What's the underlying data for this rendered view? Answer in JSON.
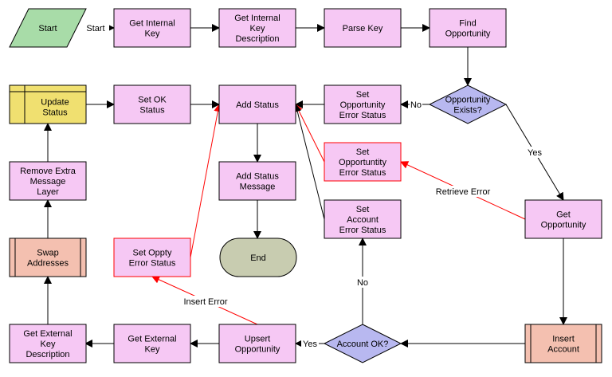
{
  "colors": {
    "task_fill": "#f6c8f4",
    "task_stroke": "#000000",
    "error_task_stroke": "#ff0000",
    "start_fill": "#a8dca8",
    "decision_fill": "#b8b8f0",
    "subprocess_fill": "#f4c0b0",
    "update_fill": "#f0e070",
    "end_fill": "#c8ccb0",
    "edge_normal": "#000000",
    "edge_error": "#ff0000"
  },
  "nodes": [
    {
      "id": "start",
      "type": "start",
      "label": [
        "Start"
      ]
    },
    {
      "id": "get_internal_key",
      "type": "task",
      "label": [
        "Get Internal",
        "Key"
      ]
    },
    {
      "id": "get_internal_key_desc",
      "type": "task",
      "label": [
        "Get Internal",
        "Key",
        "Description"
      ]
    },
    {
      "id": "parse_key",
      "type": "task",
      "label": [
        "Parse Key"
      ]
    },
    {
      "id": "find_opportunity",
      "type": "task",
      "label": [
        "Find",
        "Opportunity"
      ]
    },
    {
      "id": "opportunity_exists",
      "type": "decision",
      "label": [
        "Opportunity",
        "Exists?"
      ]
    },
    {
      "id": "set_opp_error_status",
      "type": "task",
      "label": [
        "Set",
        "Opportunity",
        "Error Status"
      ]
    },
    {
      "id": "add_status",
      "type": "task",
      "label": [
        "Add Status"
      ]
    },
    {
      "id": "set_ok_status",
      "type": "task",
      "label": [
        "Set OK",
        "Status"
      ]
    },
    {
      "id": "update_status",
      "type": "update",
      "label": [
        "Update",
        "Status"
      ]
    },
    {
      "id": "set_opportuntity_error_status",
      "type": "error_task",
      "label": [
        "Set",
        "Opportuntity",
        "Error Status"
      ]
    },
    {
      "id": "add_status_message",
      "type": "task",
      "label": [
        "Add Status",
        "Message"
      ]
    },
    {
      "id": "get_opportunity",
      "type": "task",
      "label": [
        "Get",
        "Opportunity"
      ]
    },
    {
      "id": "set_account_error_status",
      "type": "task",
      "label": [
        "Set",
        "Account",
        "Error Status"
      ]
    },
    {
      "id": "remove_extra_message_layer",
      "type": "task",
      "label": [
        "Remove Extra",
        "Message",
        "Layer"
      ]
    },
    {
      "id": "swap_addresses",
      "type": "subprocess",
      "label": [
        "Swap",
        "Addresses"
      ]
    },
    {
      "id": "set_oppty_error_status",
      "type": "error_task",
      "label": [
        "Set Oppty",
        "Error Status"
      ]
    },
    {
      "id": "end",
      "type": "end",
      "label": [
        "End"
      ]
    },
    {
      "id": "get_external_key_desc",
      "type": "task",
      "label": [
        "Get External",
        "Key",
        "Description"
      ]
    },
    {
      "id": "get_external_key",
      "type": "task",
      "label": [
        "Get External",
        "Key"
      ]
    },
    {
      "id": "upsert_opportunity",
      "type": "task",
      "label": [
        "Upsert",
        "Opportunity"
      ]
    },
    {
      "id": "account_ok",
      "type": "decision",
      "label": [
        "Account OK?"
      ]
    },
    {
      "id": "insert_account",
      "type": "subprocess",
      "label": [
        "Insert",
        "Account"
      ]
    }
  ],
  "edges": [
    {
      "from": "start",
      "to": "get_internal_key",
      "label": "Start",
      "kind": "normal"
    },
    {
      "from": "get_internal_key",
      "to": "get_internal_key_desc",
      "label": "",
      "kind": "normal"
    },
    {
      "from": "get_internal_key_desc",
      "to": "parse_key",
      "label": "",
      "kind": "normal"
    },
    {
      "from": "parse_key",
      "to": "find_opportunity",
      "label": "",
      "kind": "normal"
    },
    {
      "from": "find_opportunity",
      "to": "opportunity_exists",
      "label": "",
      "kind": "normal"
    },
    {
      "from": "opportunity_exists",
      "to": "set_opp_error_status",
      "label": "No",
      "kind": "normal"
    },
    {
      "from": "opportunity_exists",
      "to": "get_opportunity",
      "label": "Yes",
      "kind": "normal"
    },
    {
      "from": "set_opp_error_status",
      "to": "add_status",
      "label": "",
      "kind": "normal"
    },
    {
      "from": "get_opportunity",
      "to": "set_opportuntity_error_status",
      "label": "Retrieve Error",
      "kind": "error"
    },
    {
      "from": "set_opportuntity_error_status",
      "to": "add_status",
      "label": "",
      "kind": "error"
    },
    {
      "from": "set_account_error_status",
      "to": "add_status",
      "label": "",
      "kind": "normal"
    },
    {
      "from": "get_opportunity",
      "to": "insert_account",
      "label": "",
      "kind": "normal"
    },
    {
      "from": "insert_account",
      "to": "account_ok",
      "label": "",
      "kind": "normal"
    },
    {
      "from": "account_ok",
      "to": "set_account_error_status",
      "label": "No",
      "kind": "normal"
    },
    {
      "from": "account_ok",
      "to": "upsert_opportunity",
      "label": "Yes",
      "kind": "normal"
    },
    {
      "from": "upsert_opportunity",
      "to": "set_oppty_error_status",
      "label": "Insert Error",
      "kind": "error"
    },
    {
      "from": "set_oppty_error_status",
      "to": "add_status",
      "label": "",
      "kind": "error"
    },
    {
      "from": "upsert_opportunity",
      "to": "get_external_key",
      "label": "",
      "kind": "normal"
    },
    {
      "from": "get_external_key",
      "to": "get_external_key_desc",
      "label": "",
      "kind": "normal"
    },
    {
      "from": "get_external_key_desc",
      "to": "swap_addresses",
      "label": "",
      "kind": "normal"
    },
    {
      "from": "swap_addresses",
      "to": "remove_extra_message_layer",
      "label": "",
      "kind": "normal"
    },
    {
      "from": "remove_extra_message_layer",
      "to": "update_status",
      "label": "",
      "kind": "normal"
    },
    {
      "from": "update_status",
      "to": "set_ok_status",
      "label": "",
      "kind": "normal"
    },
    {
      "from": "set_ok_status",
      "to": "add_status",
      "label": "",
      "kind": "normal"
    },
    {
      "from": "add_status",
      "to": "add_status_message",
      "label": "",
      "kind": "normal"
    },
    {
      "from": "add_status_message",
      "to": "end",
      "label": "",
      "kind": "normal"
    }
  ]
}
